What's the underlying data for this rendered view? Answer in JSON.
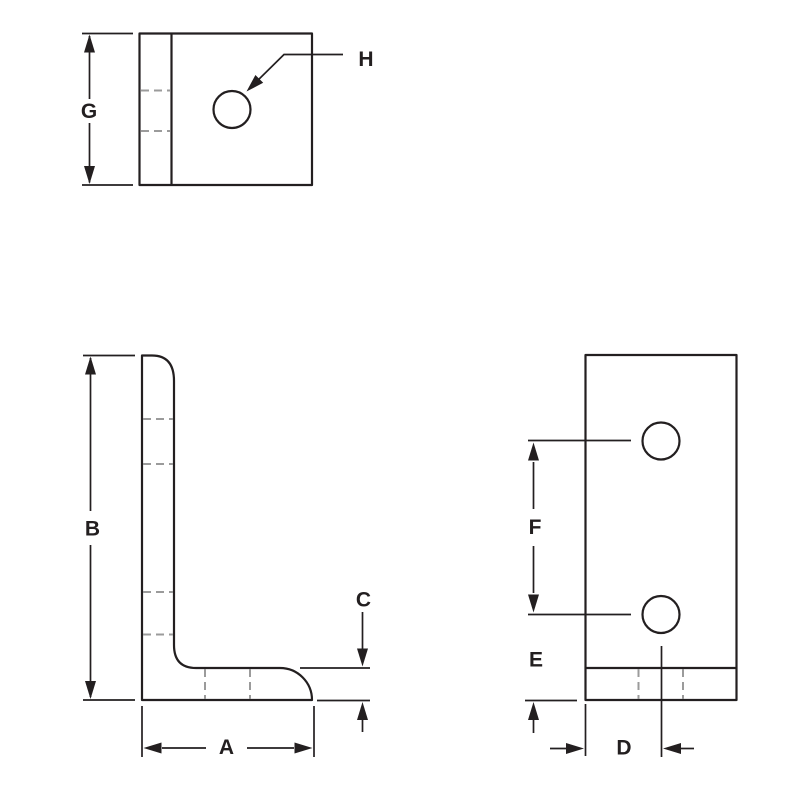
{
  "drawing": {
    "type": "technical-drawing-3-view",
    "colors": {
      "line": "#231f20",
      "hidden_line": "#9b9b9b",
      "background": "#ffffff"
    },
    "labels": {
      "top_view": {
        "height_dim": "G",
        "hole_callout": "H"
      },
      "side_view": {
        "width_dim": "A",
        "height_dim": "B",
        "thickness_dim": "C"
      },
      "front_view": {
        "hole_offset_dim": "D",
        "edge_dim": "E",
        "hole_spacing_dim": "F"
      }
    }
  }
}
